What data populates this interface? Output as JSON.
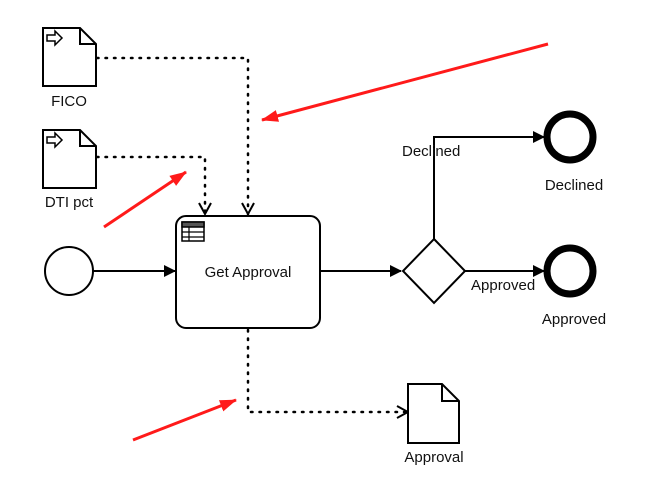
{
  "diagram": {
    "inputs": {
      "fico": {
        "label": "FICO"
      },
      "dti": {
        "label": "DTI pct"
      }
    },
    "task": {
      "label": "Get Approval",
      "icon": "business-rule-table-icon"
    },
    "gateway": {
      "type": "exclusive"
    },
    "flows": {
      "declined": {
        "label": "Declined"
      },
      "approved": {
        "label": "Approved"
      }
    },
    "end_events": {
      "declined": {
        "label": "Declined"
      },
      "approved": {
        "label": "Approved"
      }
    },
    "output": {
      "label": "Approval"
    },
    "annotations": {
      "arrow_color": "#ff1a1a",
      "count": 3
    }
  }
}
